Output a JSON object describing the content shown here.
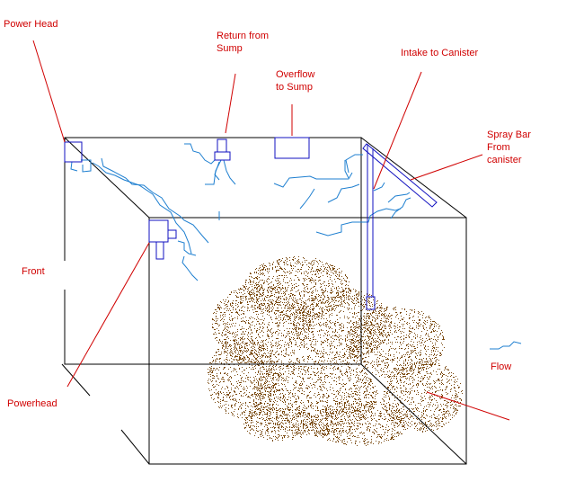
{
  "labels": {
    "power_head": "Power Head",
    "return_from_sump": "Return from\nSump",
    "overflow_to_sump": "Overflow\nto Sump",
    "intake_to_canister": "Intake to Canister",
    "spray_bar": "Spray Bar\nFrom\ncanister",
    "front": "Front",
    "powerhead": "Powerhead",
    "flow": "Flow"
  },
  "colors": {
    "annotation": "#d00000",
    "equipment": "#1010c0",
    "flow_lines": "#1e7fd0",
    "gravel": "#7a4a10",
    "tank": "#000000"
  }
}
